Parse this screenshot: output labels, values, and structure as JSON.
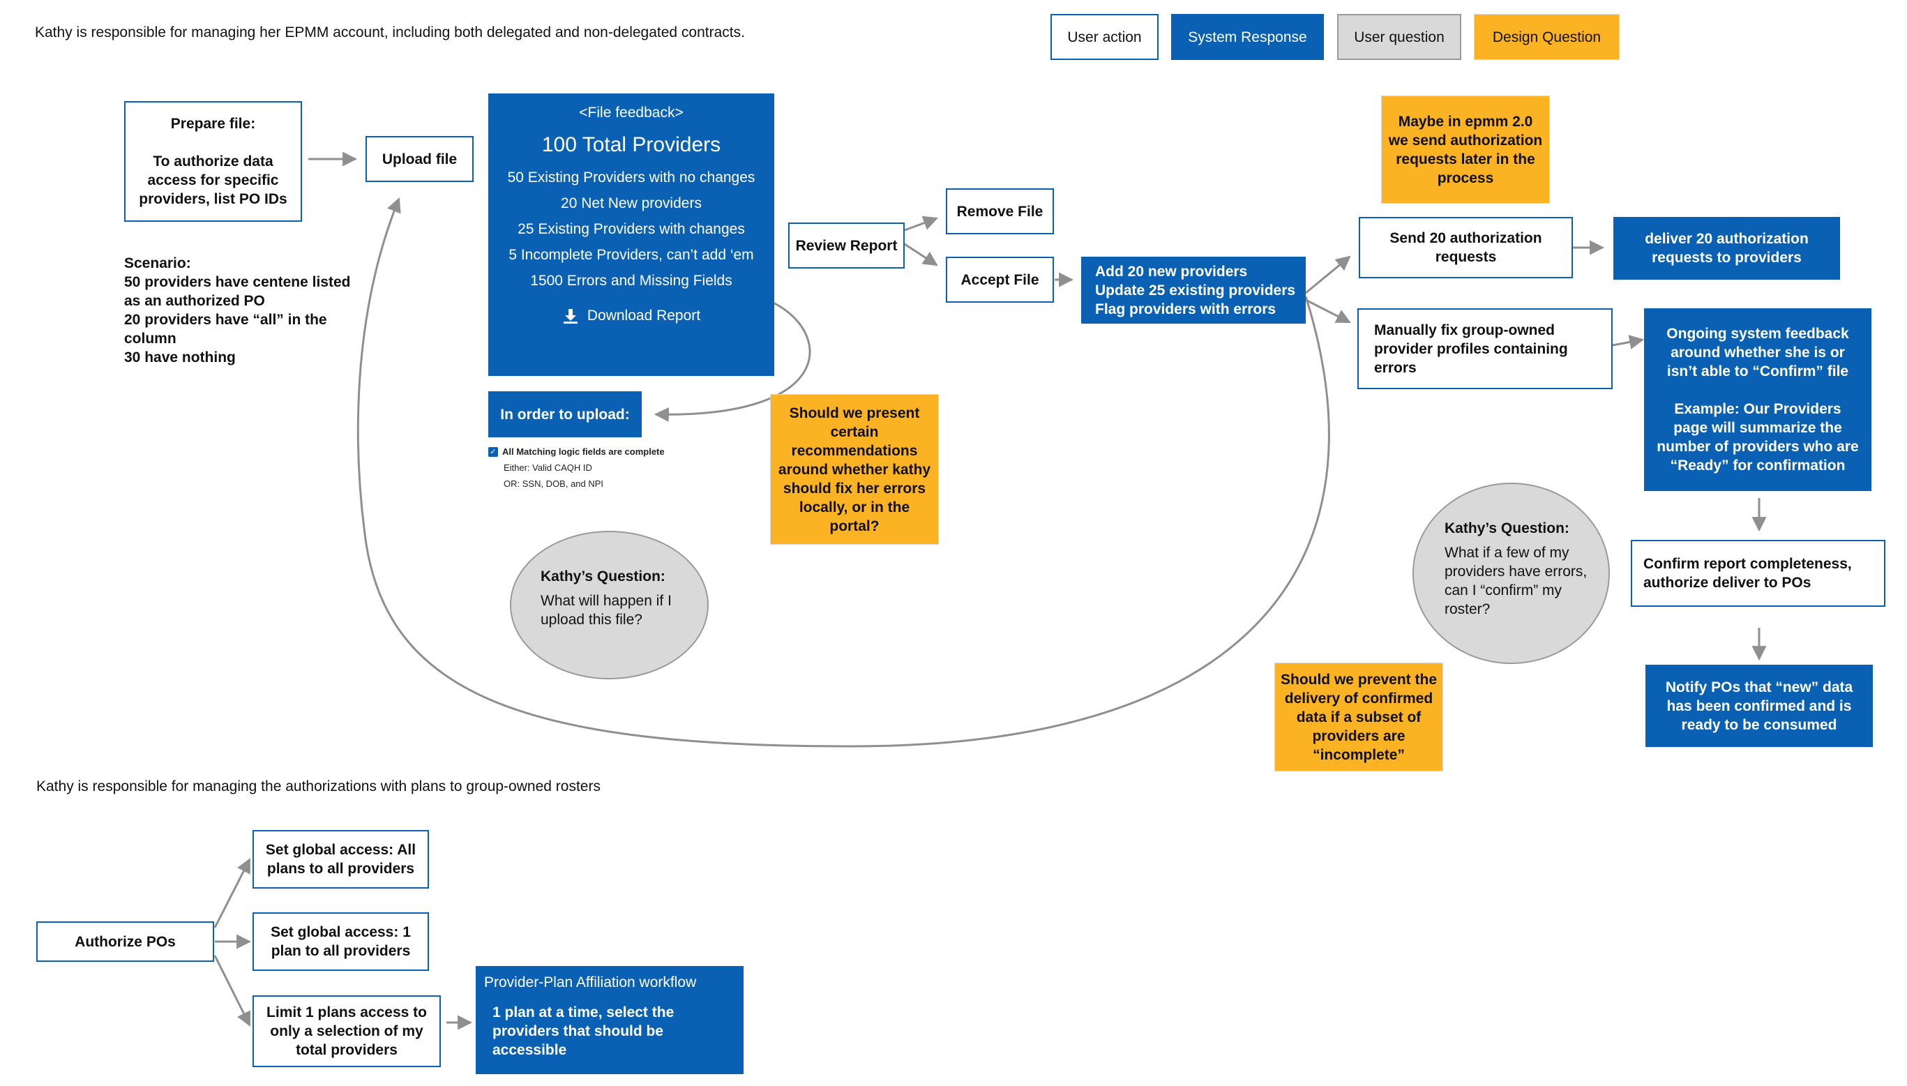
{
  "header": {
    "section1_title": "Kathy is responsible for managing her EPMM account, including both delegated and non-delegated contracts.",
    "section2_title": "Kathy is responsible for managing the authorizations with plans to group-owned rosters"
  },
  "legend": {
    "user_action": "User action",
    "system_response": "System Response",
    "user_question": "User question",
    "design_question": "Design Question"
  },
  "colors": {
    "system_blue": "#0a61b4",
    "design_orange": "#fbb323",
    "question_gray": "#d9d9d9",
    "arrow_gray": "#8f8f8f"
  },
  "flow1": {
    "prepare_file": {
      "title": "Prepare file:",
      "body": "To authorize data access for specific providers, list PO IDs"
    },
    "scenario": {
      "title": "Scenario:",
      "lines": [
        "50 providers have centene listed",
        "as an authorized PO",
        "20 providers have “all” in the",
        "column",
        "30 have nothing"
      ]
    },
    "upload_file": "Upload file",
    "file_feedback": {
      "header": "<File feedback>",
      "total": "100 Total Providers",
      "lines": [
        "50 Existing Providers with no changes",
        "20 Net New providers",
        "25 Existing Providers with changes",
        "5 Incomplete Providers, can’t add ‘em",
        "1500 Errors and Missing Fields"
      ],
      "download_icon": "download-icon",
      "download": "Download Report"
    },
    "in_order_to_upload": "In order to upload:",
    "checklist": {
      "item": "All Matching logic fields are complete",
      "either": "Either: Valid CAQH ID",
      "or": "OR: SSN, DOB, and NPI"
    },
    "design_q_fix": "Should we present certain recommendations around whether kathy should fix her errors locally, or in the portal?",
    "kathy_q1": {
      "title": "Kathy’s Question:",
      "body": "What will happen if I upload this file?"
    },
    "review_report": "Review Report",
    "remove_file": "Remove File",
    "accept_file": "Accept File",
    "system_add": [
      "Add 20 new providers",
      "Update 25 existing providers",
      "Flag providers with errors"
    ],
    "design_q_epmm": "Maybe in epmm 2.0 we send authorization requests later in the process",
    "send_requests": "Send 20 authorization requests",
    "deliver_requests": "deliver 20 authorization requests to providers",
    "manually_fix": "Manually fix group-owned provider profiles containing errors",
    "ongoing_feedback": "Ongoing system feedback around whether she is or isn’t able to “Confirm” file",
    "ongoing_example": "Example: Our Providers page will summarize the number of providers who are “Ready” for confirmation",
    "kathy_q2": {
      "title": "Kathy’s Question:",
      "body": "What if a few of my providers have errors, can I “confirm” my roster?"
    },
    "confirm_report": "Confirm report completeness, authorize deliver to POs",
    "design_q_prevent": "Should we prevent the delivery of confirmed data if a subset of providers are “incomplete”",
    "notify_pos": "Notify POs that “new” data has been confirmed and is ready to be consumed"
  },
  "flow2": {
    "authorize_pos": "Authorize POs",
    "global_all": "Set global access: All plans to all providers",
    "global_one": "Set global access: 1 plan to all providers",
    "limit_one": "Limit 1 plans access to only a selection of my total providers",
    "affiliation": {
      "title": "Provider-Plan Affiliation workflow",
      "body": "1 plan at a time, select the providers that should be accessible"
    }
  }
}
